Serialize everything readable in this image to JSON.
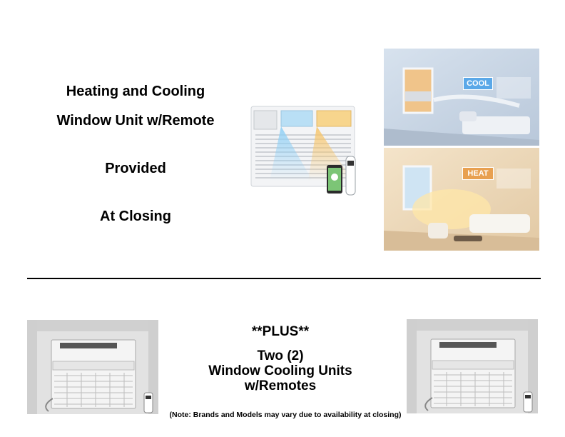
{
  "top_section": {
    "heading": [
      "Heating and Cooling",
      "Window Unit w/Remote",
      "Provided",
      "At Closing"
    ]
  },
  "mode_badges": {
    "cool": "COOL",
    "heat": "HEAT"
  },
  "bottom_section": {
    "plus": "**PLUS**",
    "units_lines": [
      "Two (2)",
      "Window Cooling Units",
      "w/Remotes"
    ],
    "note": "(Note:  Brands and Models may vary due to availability at closing)"
  },
  "colors": {
    "cool_badge": "#5aa8e8",
    "heat_badge": "#e8a050",
    "cool_room": "#c9d6e6",
    "heat_room": "#ecd9bd"
  }
}
